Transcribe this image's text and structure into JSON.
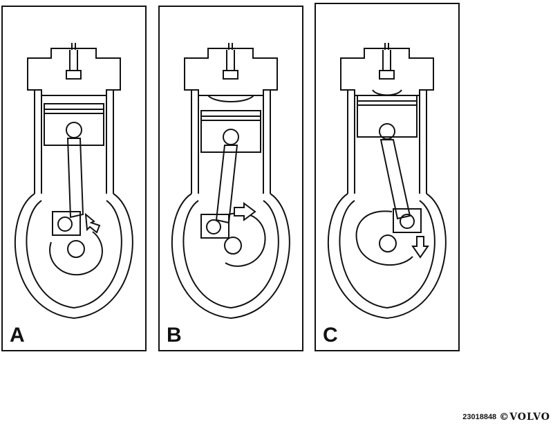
{
  "panels": [
    {
      "id": "a",
      "label": "A"
    },
    {
      "id": "b",
      "label": "B"
    },
    {
      "id": "c",
      "label": "C"
    }
  ],
  "footer": {
    "code": "23018848",
    "logo_text": "©VOLVO"
  },
  "colors": {
    "line": "#111111",
    "background": "#ffffff"
  }
}
